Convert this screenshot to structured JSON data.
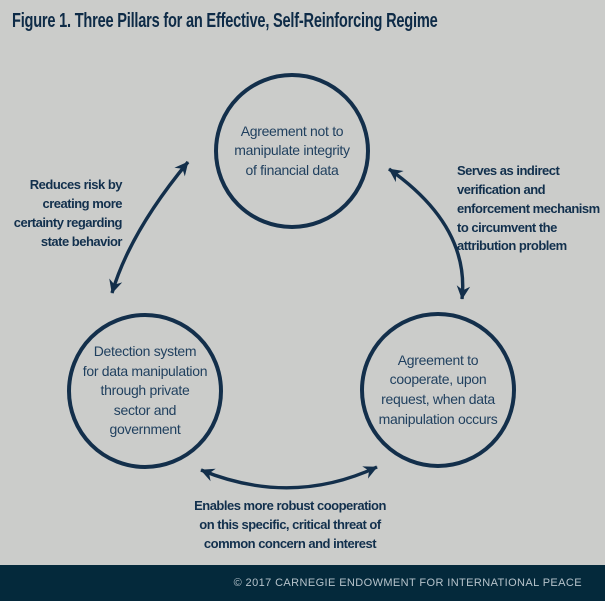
{
  "title": "Figure 1. Three Pillars for an Effective, Self-Reinforcing Regime",
  "pillars": {
    "top": "Agreement not to\nmanipulate integrity\nof financial data",
    "bottom_left": "Detection system\nfor data manipulation\nthrough private\nsector and\ngovernment",
    "bottom_right": "Agreement to\ncooperate, upon\nrequest, when data\nmanipulation occurs"
  },
  "annotations": {
    "left": "Reduces risk by\ncreating more\ncertainty regarding\nstate behavior",
    "right": "Serves as indirect\nverification and\nenforcement mechanism\nto circumvent the\nattribution problem",
    "bottom": "Enables more robust cooperation\non this specific, critical threat of\ncommon concern and interest"
  },
  "footer": "© 2017 CARNEGIE ENDOWMENT FOR INTERNATIONAL PEACE",
  "colors": {
    "background": "#cbccca",
    "navy": "#132f4b",
    "title_text": "#0e2b47",
    "annotation_text": "#12304d",
    "circle_text": "#1f3f5e",
    "footer_background": "#04293b",
    "footer_text": "#b6c3cb"
  }
}
